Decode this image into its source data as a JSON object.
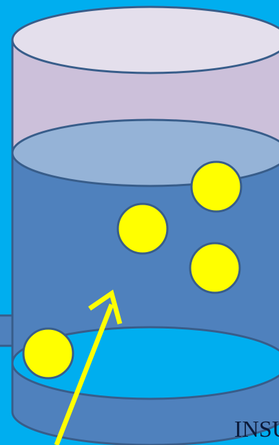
{
  "colors": {
    "background": "#00aeef",
    "container_empty": "#ccc0da",
    "container_rim": "#e4dfec",
    "liquid": "#4f81bd",
    "liquid_surface": "#95b3d7",
    "container_outline": "#385d8a",
    "particle": "#ffff00",
    "arrow": "#ffff00"
  },
  "diagram": {
    "particles": [
      {
        "name": "particle-upper-right"
      },
      {
        "name": "particle-middle-left"
      },
      {
        "name": "particle-lower-right"
      },
      {
        "name": "particle-bottom-left"
      }
    ],
    "caption": "INSU"
  }
}
